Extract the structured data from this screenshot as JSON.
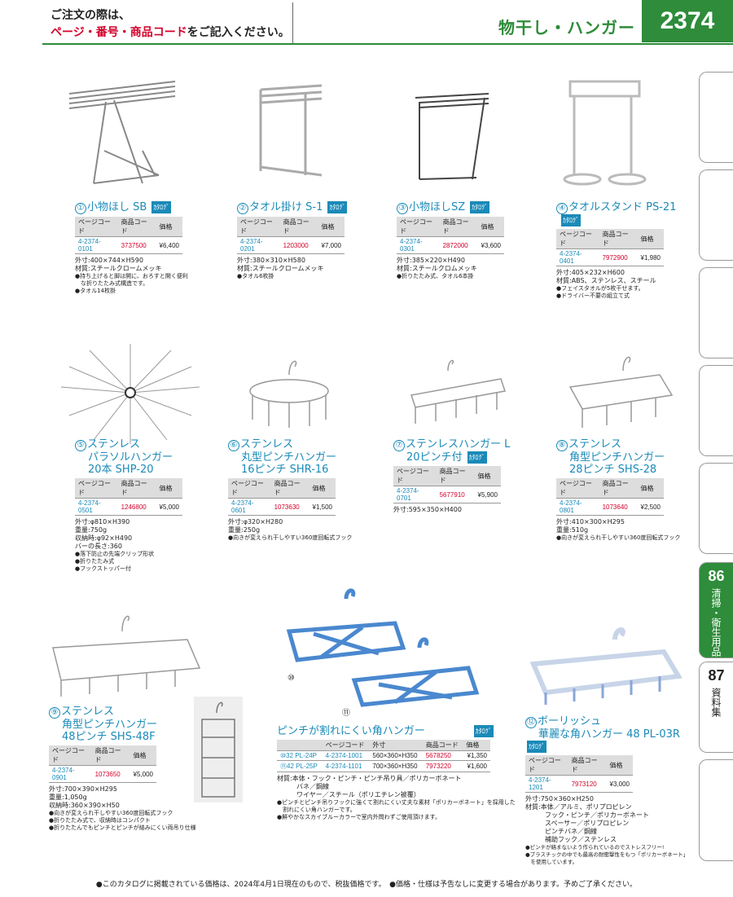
{
  "header": {
    "notice_line1": "ご注文の際は、",
    "notice_line2_red": "ページ・番号・商品コード",
    "notice_line2_rest": "をご記入ください。",
    "category": "物干し・ハンガー",
    "page_number": "2374"
  },
  "tabs": {
    "t86_num": "86",
    "t86_label": "清掃・衛生用品",
    "t87_num": "87",
    "t87_label": "資料集"
  },
  "table_headers": {
    "page_code": "ページコード",
    "product_code": "商品コード",
    "price": "価格",
    "size": "外寸"
  },
  "badge": "ｶﾀﾛｸﾞ",
  "products": [
    {
      "num": "①",
      "name": "小物ほし SB",
      "page_code": "4-2374-0101",
      "product_code": "3737500",
      "price": "¥6,400",
      "spec": "外寸:400×744×H590\n材質:スチールクロームメッキ",
      "notes": "●持ち上げると脚は開に、おろすと開く便利\n　な折りたたみ式構造です。\n●タオル14枚掛"
    },
    {
      "num": "②",
      "name": "タオル掛け S-1",
      "page_code": "4-2374-0201",
      "product_code": "1203000",
      "price": "¥7,000",
      "spec": "外寸:380×310×H580\n材質:スチールクロームメッキ",
      "notes": "●タオル6枚掛"
    },
    {
      "num": "③",
      "name": "小物ほしSZ",
      "page_code": "4-2374-0301",
      "product_code": "2872000",
      "price": "¥3,600",
      "spec": "外寸:385×220×H490\n材質:スチールクロムメッキ",
      "notes": "●折りたたみ式、タオル6本掛"
    },
    {
      "num": "④",
      "name": "タオルスタンド PS-21",
      "page_code": "4-2374-0401",
      "product_code": "7972900",
      "price": "¥1,980",
      "spec": "外寸:405×232×H600\n材質:ABS、ステンレス、スチール",
      "notes": "●フェイスタオルが5枚干せます。\n●ドライバー不要の組立て式"
    },
    {
      "num": "⑤",
      "name_l1": "ステンレス",
      "name_l2": "パラソルハンガー",
      "name_l3": "20本 SHP-20",
      "page_code": "4-2374-0501",
      "product_code": "1246800",
      "price": "¥5,000",
      "spec": "外寸:φ810×H390\n重量:750g\n収納時:φ92×H490\nバーの長さ:360",
      "notes": "●落下防止の先端クリップ形状\n●折りたたみ式\n●フックストッパー付"
    },
    {
      "num": "⑥",
      "name_l1": "ステンレス",
      "name_l2": "丸型ピンチハンガー",
      "name_l3": "16ピンチ SHR-16",
      "page_code": "4-2374-0601",
      "product_code": "1073630",
      "price": "¥1,500",
      "spec": "外寸:φ320×H280\n重量:250g",
      "notes": "●向きが変えられ干しやすい360度回転式フック"
    },
    {
      "num": "⑦",
      "name_l1": "ステンレスハンガー L",
      "name_l2": "20ピンチ付",
      "page_code": "4-2374-0701",
      "product_code": "5677910",
      "price": "¥5,900",
      "spec": "外寸:595×350×H400",
      "notes": ""
    },
    {
      "num": "⑧",
      "name_l1": "ステンレス",
      "name_l2": "角型ピンチハンガー",
      "name_l3": "28ピンチ SHS-28",
      "page_code": "4-2374-0801",
      "product_code": "1073640",
      "price": "¥2,500",
      "spec": "外寸:410×300×H295\n重量:510g",
      "notes": "●向きが変えられ干しやすい360度回転式フック"
    },
    {
      "num": "⑨",
      "name_l1": "ステンレス",
      "name_l2": "角型ピンチハンガー",
      "name_l3": "48ピンチ SHS-48F",
      "page_code": "4-2374-0901",
      "product_code": "1073650",
      "price": "¥5,000",
      "spec": "外寸:700×390×H295\n重量:1,050g\n収納時:360×390×H50",
      "notes": "●向きが変えられ干しやすい360度回転式フック\n●折りたたみ式で、収納時はコンパクト\n●折りたたんでもピンチとピンチが絡みにくい両吊り仕様"
    },
    {
      "num": "⑫",
      "name_l1": "ボーリッシュ",
      "name_l2": "華麗な角ハンガー 48 PL-03R",
      "page_code": "4-2374-1201",
      "product_code": "7973120",
      "price": "¥3,000",
      "spec": "外寸:750×360×H250\n材質:本体／アルミ、ポリプロピレン\n　　　フック・ピンチ／ポリカーボネート\n　　　スペーサー／ポリプロピレン\n　　　ピンチバネ／鋼線\n　　　補助フック／ステンレス",
      "notes": "●ピンチが絡まないよう作られているのでストレスフリー!\n●プラスチックの中でも最高の耐衝撃性をもつ「ポリカーボネート」\n　を使用しています。"
    }
  ],
  "pl": {
    "title": "ピンチが割れにくい角ハンガー",
    "rows": [
      {
        "label": "⑩32 PL-24P",
        "page_code": "4-2374-1001",
        "size": "560×360×H350",
        "product_code": "5678250",
        "price": "¥1,350"
      },
      {
        "label": "⑪42 PL-25P",
        "page_code": "4-2374-1101",
        "size": "700×360×H350",
        "product_code": "7973220",
        "price": "¥1,600"
      }
    ],
    "spec": "材質:本体・フック・ピンチ・ピンチ吊り具／ポリカーボネート\n　　　バネ／鋼線\n　　　ワイヤー／スチール（ポリエチレン被覆）",
    "notes": "●ピンチとピンチ吊りフックに強くて割れにくい丈夫な素材「ポリカーボネート」を採用した\n　割れにくい角ハンガーです。\n●鮮やかなスカイブルーカラーで室内外問わずご使用頂けます。",
    "img_label10": "⑩",
    "img_label11": "⑪"
  },
  "footer": "●このカタログに掲載されている価格は、2024年4月1日現在のもので、税抜価格です。　●価格・仕様は予告なしに変更する場合があります。予めご了承ください。"
}
